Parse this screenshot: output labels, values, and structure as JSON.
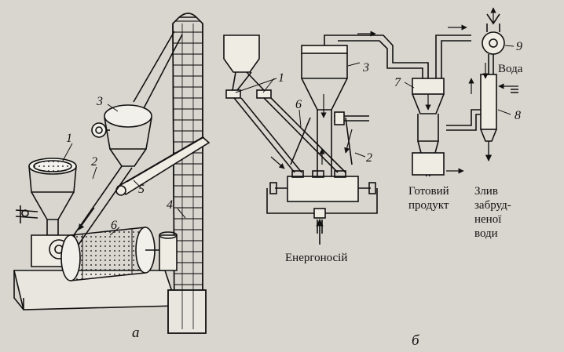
{
  "figure_a": {
    "callouts": {
      "n1": "1",
      "n2": "2",
      "n3": "3",
      "n4": "4",
      "n5": "5",
      "n6": "6"
    },
    "caption": "а"
  },
  "figure_b": {
    "callouts": {
      "n1": "1",
      "n2": "2",
      "n3": "3",
      "n6": "6",
      "n7": "7",
      "n8": "8",
      "n9": "9"
    },
    "labels": {
      "water": "Вода",
      "product_line1": "Готовий",
      "product_line2": "продукт",
      "drain_line1": "Злив",
      "drain_line2": "забруд-",
      "drain_line3": "неної",
      "drain_line4": "води",
      "energy_carrier": "Енергоносій"
    },
    "caption": "б"
  }
}
